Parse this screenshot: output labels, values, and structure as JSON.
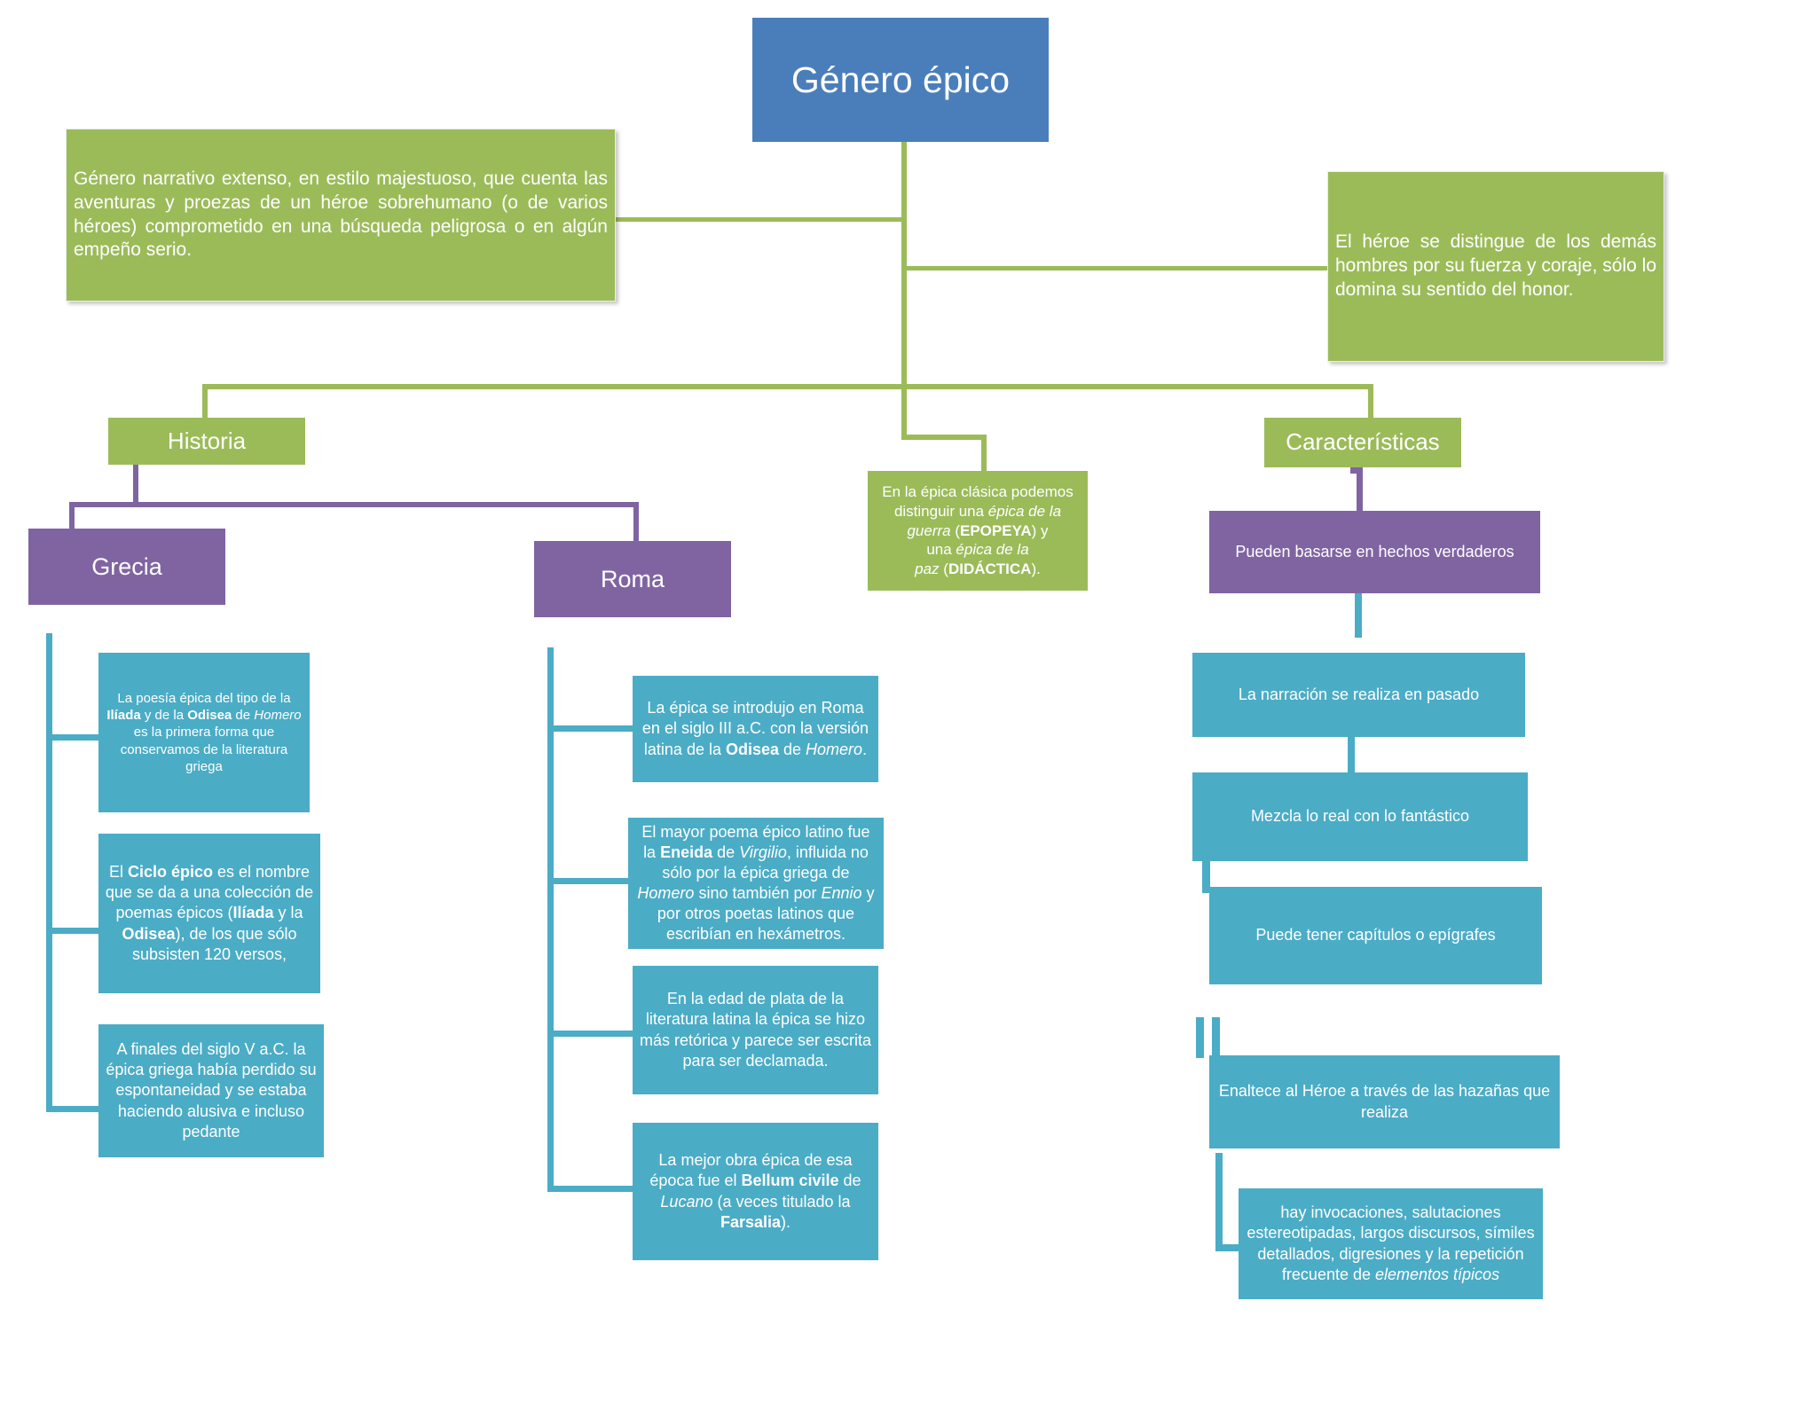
{
  "diagram": {
    "title": "Género épico",
    "type": "mind-map",
    "colors": {
      "root": "#4a7ebb",
      "green": "#9bbb59",
      "purple": "#8064a2",
      "teal": "#4bacc6",
      "text": "#ffffff",
      "background": "#ffffff"
    }
  },
  "root": {
    "label": "Género épico"
  },
  "definitions": {
    "left": "Género narrativo extenso, en estilo majestuoso, que cuenta las aventuras y proezas de un héroe sobrehumano (o de varios héroes) comprometido en una búsqueda peligrosa o en algún empeño serio.",
    "right": "El héroe se distingue de los demás hombres por su fuerza y coraje, sólo lo domina su sentido del honor."
  },
  "branches": {
    "historia": {
      "label": "Historia"
    },
    "caracteristicas": {
      "label": "Características"
    },
    "epica_clasica": {
      "line1": "En la épica clásica podemos",
      "line2_a": "distinguir una ",
      "line2_b": "épica de la",
      "line3_a": "guerra",
      "line3_b": " (",
      "line3_c": "EPOPEYA",
      "line3_d": ") y",
      "line4_a": "una ",
      "line4_b": "épica de la",
      "line5_a": "paz",
      "line5_b": " (",
      "line5_c": "DIDÁCTICA",
      "line5_d": ")."
    }
  },
  "historia": {
    "grecia": {
      "label": "Grecia",
      "items": [
        {
          "id": "grecia-1",
          "segments": [
            {
              "t": "La poesía épica del tipo de la ",
              "s": "normal"
            },
            {
              "t": "Ilíada",
              "s": "bold"
            },
            {
              "t": " y de la ",
              "s": "normal"
            },
            {
              "t": "Odisea",
              "s": "bold"
            },
            {
              "t": " de ",
              "s": "normal"
            },
            {
              "t": "Homero",
              "s": "italic"
            },
            {
              "t": " es la primera forma que conservamos de la literatura griega",
              "s": "normal"
            }
          ]
        },
        {
          "id": "grecia-2",
          "segments": [
            {
              "t": "El ",
              "s": "normal"
            },
            {
              "t": "Ciclo épico",
              "s": "bold"
            },
            {
              "t": " es el nombre que se da a una colección de poemas épicos (",
              "s": "normal"
            },
            {
              "t": "Ilíada",
              "s": "bold"
            },
            {
              "t": " y la ",
              "s": "normal"
            },
            {
              "t": "Odisea",
              "s": "bold"
            },
            {
              "t": "), de los que sólo subsisten 120 versos,",
              "s": "normal"
            }
          ]
        },
        {
          "id": "grecia-3",
          "segments": [
            {
              "t": "A finales del siglo V a.C. la épica griega había perdido su espontaneidad y se estaba haciendo alusiva e incluso pedante",
              "s": "normal"
            }
          ]
        }
      ]
    },
    "roma": {
      "label": "Roma",
      "items": [
        {
          "id": "roma-1",
          "segments": [
            {
              "t": "La épica se introdujo en Roma en el siglo III a.C. con la versión latina de la ",
              "s": "normal"
            },
            {
              "t": "Odisea",
              "s": "bold"
            },
            {
              "t": " de ",
              "s": "normal"
            },
            {
              "t": "Homero",
              "s": "italic"
            },
            {
              "t": ".",
              "s": "normal"
            }
          ]
        },
        {
          "id": "roma-2",
          "segments": [
            {
              "t": "El mayor poema épico latino fue la ",
              "s": "normal"
            },
            {
              "t": "Eneida",
              "s": "bold"
            },
            {
              "t": " de ",
              "s": "normal"
            },
            {
              "t": "Virgilio",
              "s": "italic"
            },
            {
              "t": ", influida no sólo por la épica griega de ",
              "s": "normal"
            },
            {
              "t": "Homero",
              "s": "italic"
            },
            {
              "t": " sino también por ",
              "s": "normal"
            },
            {
              "t": "Ennio",
              "s": "italic"
            },
            {
              "t": " y por otros poetas latinos que escribían en hexámetros.",
              "s": "normal"
            }
          ]
        },
        {
          "id": "roma-3",
          "segments": [
            {
              "t": "En la edad de plata de la literatura latina la épica se hizo más retórica y parece ser escrita para ser declamada.",
              "s": "normal"
            }
          ]
        },
        {
          "id": "roma-4",
          "segments": [
            {
              "t": "La mejor obra épica de esa época fue el ",
              "s": "normal"
            },
            {
              "t": "Bellum civile",
              "s": "bold"
            },
            {
              "t": " de ",
              "s": "normal"
            },
            {
              "t": "Lucano",
              "s": "italic"
            },
            {
              "t": " (a veces titulado la ",
              "s": "normal"
            },
            {
              "t": "Farsalia",
              "s": "bold"
            },
            {
              "t": ").",
              "s": "normal"
            }
          ]
        }
      ]
    }
  },
  "caracteristicas": {
    "items": [
      {
        "id": "car-1",
        "label": "Pueden basarse en hechos verdaderos",
        "color": "purple"
      },
      {
        "id": "car-2",
        "label": "La narración se realiza en pasado",
        "color": "teal"
      },
      {
        "id": "car-3",
        "label": "Mezcla lo real con lo fantástico",
        "color": "teal"
      },
      {
        "id": "car-4",
        "label": "Puede tener capítulos o epígrafes",
        "color": "teal"
      },
      {
        "id": "car-5",
        "label": "Enaltece al Héroe a través de las hazañas que realiza",
        "color": "teal"
      }
    ],
    "last": {
      "id": "car-6",
      "segments": [
        {
          "t": "hay invocaciones, salutaciones estereotipadas, largos discursos, símiles detallados, digresiones y la repetición frecuente de ",
          "s": "normal"
        },
        {
          "t": "elementos típicos",
          "s": "italic"
        }
      ]
    }
  }
}
